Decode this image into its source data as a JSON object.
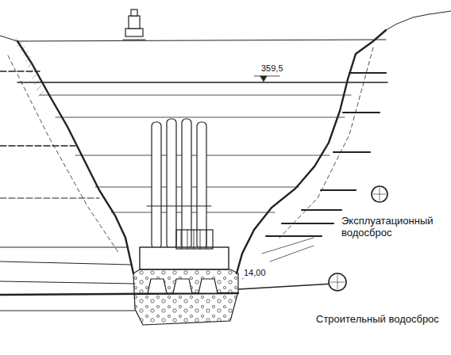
{
  "diagram": {
    "labels": [
      "359,5",
      "Эксплуатационный водосброс",
      "14,00",
      "Строительный водосброс"
    ]
  }
}
